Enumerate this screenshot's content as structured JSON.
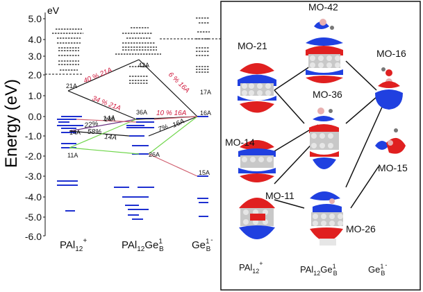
{
  "axis": {
    "ylabel": "Energy (eV)",
    "unit": "eV",
    "ticks": [
      "5.0",
      "4.0",
      "3.0",
      "2.0",
      "1.0",
      "0.0",
      "-1.0",
      "-2.0",
      "-3.0",
      "-4.0",
      "-5.0",
      "-6.0"
    ]
  },
  "levels": {
    "l21A": "21A",
    "l14A_left": "14A",
    "l11A": "11A",
    "l42A": "42A",
    "l36A": "36A",
    "l14A_mid": "14A",
    "l26A": "26A",
    "l17A": "17A",
    "l16A": "16A",
    "l15A": "15A"
  },
  "contributions": {
    "c1": "40 %  21A",
    "c2": "34 %  21A",
    "c3": "6 %  16A",
    "c4": "10 %  16A",
    "c5": "22%",
    "c6": "58%",
    "c7": "14A",
    "c8": "7%",
    "c9": "16A",
    "c10": "14A"
  },
  "columns": {
    "left": {
      "base": "PAl",
      "sub": "12",
      "sup": "+"
    },
    "mid": {
      "base": "PAl",
      "sub1": "12",
      "mid": "Ge",
      "sup": "1",
      "sub2": "B"
    },
    "right": {
      "base": "Ge",
      "sup1": "1",
      "sub": "B",
      "sup2": "-"
    }
  },
  "panel": {
    "mo21": "MO-21",
    "mo42": "MO-42",
    "mo16": "MO-16",
    "mo36": "MO-36",
    "mo14": "MO-14",
    "mo15": "MO-15",
    "mo11": "MO-11",
    "mo26": "MO-26",
    "col_left": {
      "base": "PAl",
      "sub": "12",
      "sup": "+"
    },
    "col_mid": {
      "base": "PAl",
      "sub1": "12",
      "mid": "Ge",
      "sup": "1",
      "sub2": "B"
    },
    "col_right": {
      "base": "Ge",
      "sup1": "1",
      "sub": "B",
      "sup2": "-"
    }
  },
  "colors": {
    "occupied": "#1d2fd0",
    "red_text": "#d0183c",
    "green_line": "#6fd64a",
    "pink_line": "#d06070",
    "lobe_red": "#e02020",
    "lobe_blue": "#2040e0"
  }
}
